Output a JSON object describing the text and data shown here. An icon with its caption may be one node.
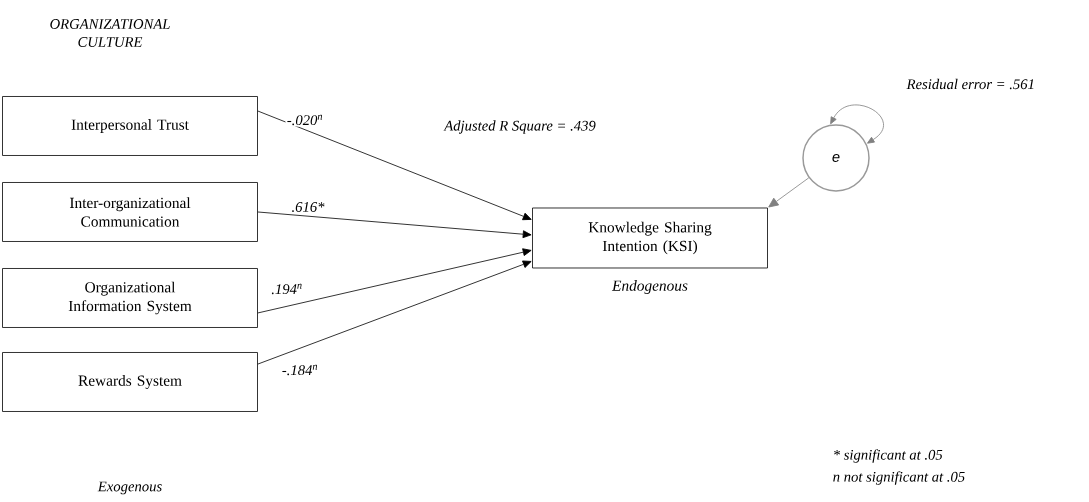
{
  "diagram": {
    "nodes": [
      {
        "text": [
          "Interpersonal Trust"
        ]
      },
      {
        "text": [
          "Inter-organizational Communication"
        ]
      },
      {
        "text": [
          "Organizational Information System"
        ]
      },
      {
        "text": [
          "Rewards System"
        ]
      },
      {
        "text": [
          "Knowledge Sharing Intention (KSI)"
        ],
        "beside": [
          "Endogenous"
        ]
      },
      {
        "text": [
          "e"
        ]
      }
    ],
    "edges": [
      {
        "from": 0,
        "to": 4,
        "arrow": "to",
        "label": "-.020$^{n}$"
      },
      {
        "from": 1,
        "to": 4,
        "arrow": "to",
        "label": ".616*"
      },
      {
        "from": 2,
        "to": 4,
        "arrow": "to",
        "label": ".194$^{n}$"
      },
      {
        "from": 3,
        "to": 4,
        "arrow": "to",
        "label": "-.184$^{n}$"
      },
      {
        "from": 5,
        "to": 4,
        "arrow": "to",
        "color": "#808080"
      },
      {
        "from": 5,
        "to": 5,
        "arrow": "both",
        "color": "#808080",
        "label": "Residual error = .561"
      }
    ],
    "labels": [
      "ORGANIZATIONAL CULTURE",
      "Adjusted R Square = .439",
      "Exogenous",
      "* significant at .05",
      "n not significant at .05"
    ]
  }
}
